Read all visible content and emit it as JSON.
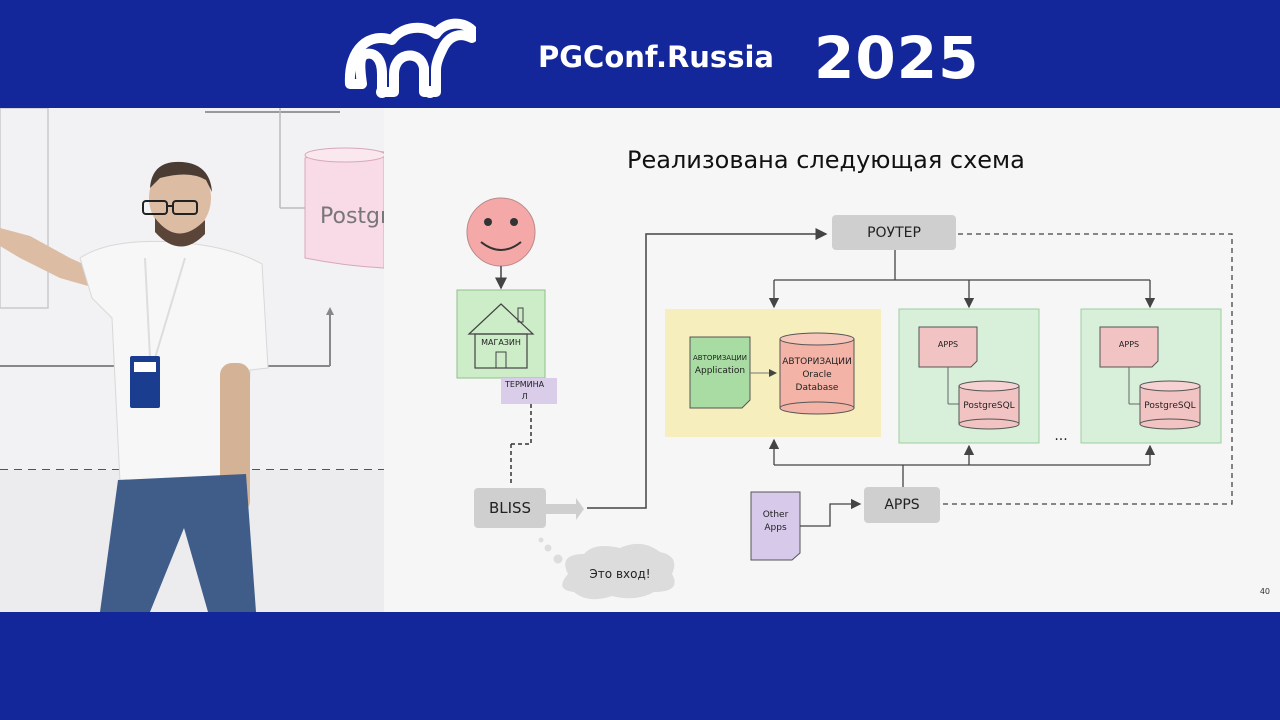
{
  "banner": {
    "brand": "PGConf.Russia",
    "year": "2025",
    "bg_color": "#14279a"
  },
  "video": {
    "background_slide_text": "Postgr",
    "content": "speaker presenting"
  },
  "slide": {
    "title": "Реализована следующая схема",
    "page_number": "40",
    "nodes": {
      "shop": "МАГАЗИН",
      "terminal": "ТЕРМИНА\nЛ",
      "bliss": "BLISS",
      "speech": "Это вход!",
      "router": "РОУТЕР",
      "auth_app_line1": "АВТОРИЗАЦИИ",
      "auth_app_line2": "Application",
      "auth_db_line1": "АВТОРИЗАЦИИ",
      "auth_db_line2": "Oracle",
      "auth_db_line3": "Database",
      "apps_box1": "APPS",
      "pg1": "PostgreSQL",
      "apps_box2": "APPS",
      "pg2": "PostgreSQL",
      "ellipsis": "...",
      "other_apps_line1": "Other",
      "other_apps_line2": "Apps",
      "apps_main": "APPS"
    },
    "colors": {
      "auth_group": "#f6efbd",
      "apps_group": "#d8efd9",
      "doc_green": "#a8dca3",
      "db_pink": "#f3b4a7",
      "apps_pink": "#f2c3c3",
      "face": "#f4a8a8",
      "house_bg": "#cdecc8",
      "terminal_bg": "#d9cdea",
      "other_apps_bg": "#d7c9ea"
    }
  }
}
